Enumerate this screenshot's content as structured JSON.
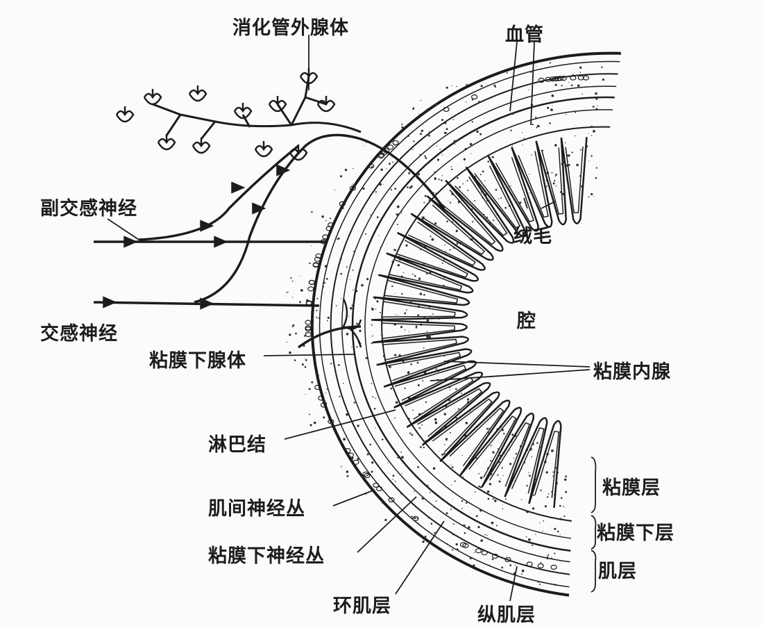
{
  "labels": {
    "extramural_glands": "消化管外腺体",
    "blood_vessel": "血管",
    "parasympathetic_nerve": "副交感神经",
    "villi": "绒毛",
    "lumen": "腔",
    "sympathetic_nerve": "交感神经",
    "submucosal_glands": "粘膜下腺体",
    "mucosal_glands": "粘膜内腺",
    "lymph_node": "淋巴结",
    "mucosa": "粘膜层",
    "myenteric_plexus": "肌间神经丛",
    "submucosa": "粘膜下层",
    "submucosal_plexus": "粘膜下神经丛",
    "muscularis": "肌层",
    "circular_muscle": "环肌层",
    "longitudinal_muscle": "纵肌层"
  },
  "colors": {
    "ink": "#1c1c1c",
    "paper": "#fbfbf9"
  }
}
